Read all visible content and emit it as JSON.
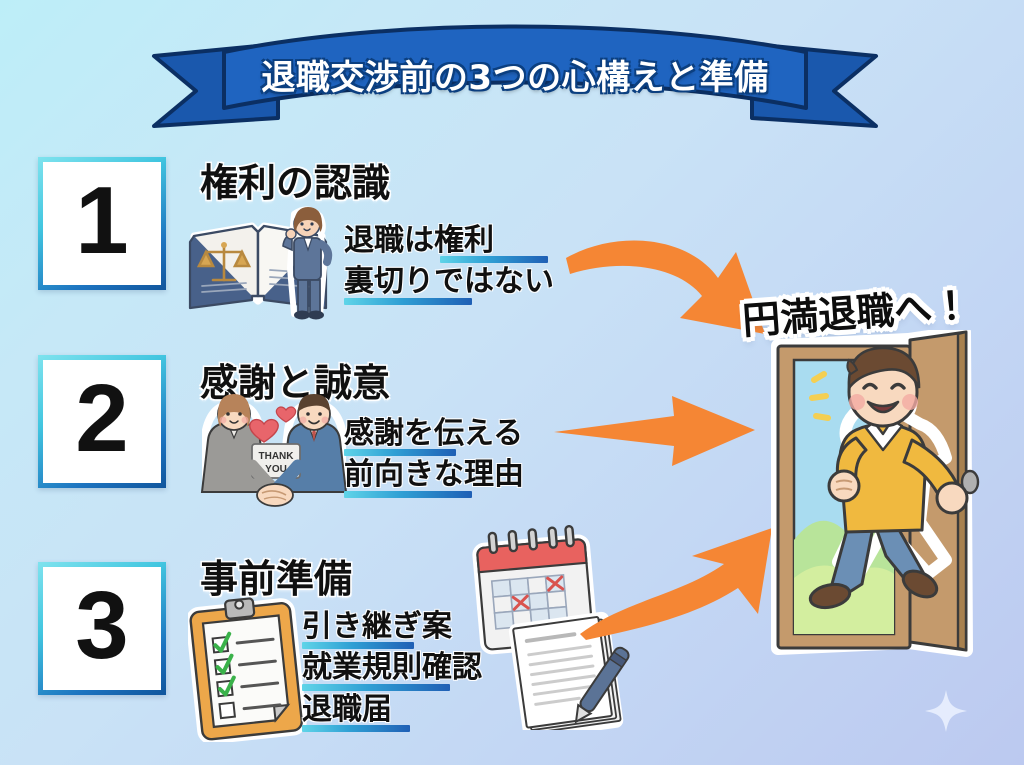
{
  "theme": {
    "bg_top_left": "#bdeef8",
    "bg_bottom_right": "#bcc9f0",
    "banner_blue": "#1f64c0",
    "banner_outline": "#0b2f63",
    "accent_orange": "#f58634",
    "underline_gradient_from": "#5fd4e8",
    "underline_gradient_to": "#1f5fb5",
    "number_box_border_from": "#7fe3ee",
    "number_box_border_to": "#11559c"
  },
  "banner": {
    "title": "退職交渉前の3つの心構えと準備"
  },
  "steps": [
    {
      "number": "1",
      "heading": "権利の認識",
      "bullets": [
        {
          "text": "退職は権利",
          "underline_width": 108
        },
        {
          "text": "裏切りではない",
          "underline_width": 128
        }
      ],
      "illustration": "law-book-scales-businesswoman-icon"
    },
    {
      "number": "2",
      "heading": "感謝と誠意",
      "bullets": [
        {
          "text": "感謝を伝える",
          "underline_width": 112
        },
        {
          "text": "前向きな理由",
          "underline_width": 128
        }
      ],
      "illustration": "handshake-thank-you-icon",
      "illustration_label": "THANK YOU"
    },
    {
      "number": "3",
      "heading": "事前準備",
      "bullets": [
        {
          "text": "引き継ぎ案",
          "underline_width": 112
        },
        {
          "text": "就業規則確認",
          "underline_width": 148
        },
        {
          "text": "退職届",
          "underline_width": 108
        }
      ],
      "illustration": "checklist-clipboard-icon",
      "illustration_secondary": "calendar-document-pen-icon"
    }
  ],
  "arrows": [
    {
      "name": "arrow-curved-down-right",
      "color": "#f58634"
    },
    {
      "name": "arrow-straight-right",
      "color": "#f58634"
    },
    {
      "name": "arrow-curved-up-right",
      "color": "#f58634"
    }
  ],
  "goal": {
    "text": "円満退職へ！",
    "illustration": "man-walking-through-open-door-icon"
  },
  "decoration": {
    "sparkle": "sparkle-icon"
  }
}
